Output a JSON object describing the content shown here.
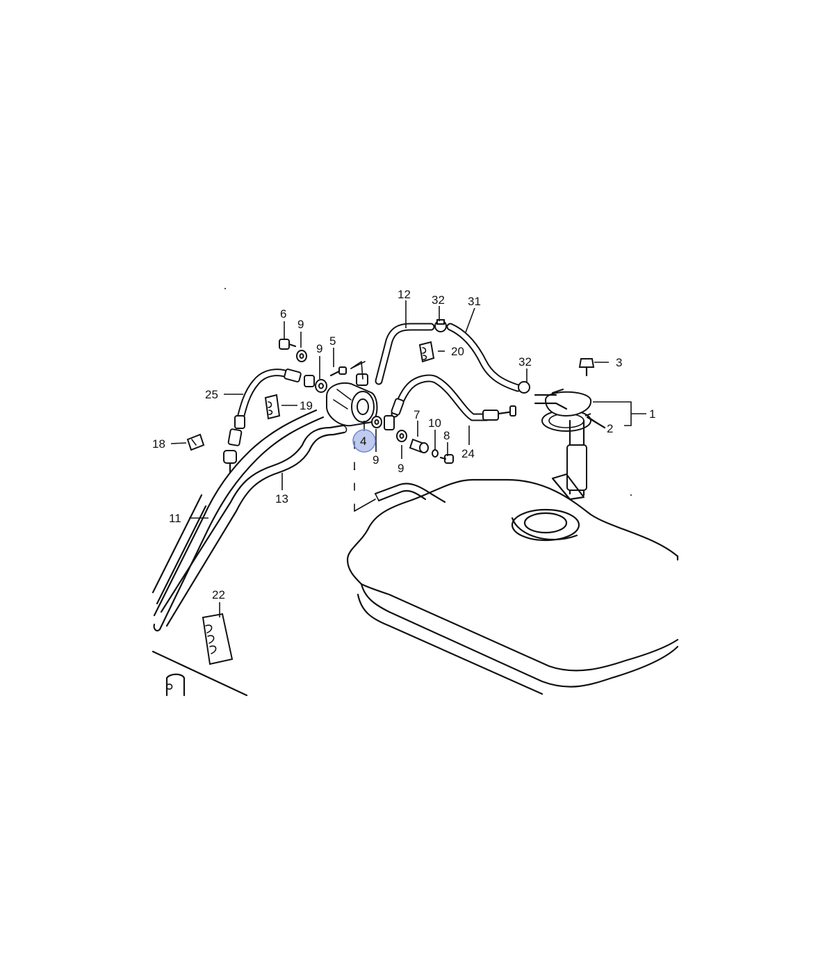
{
  "highlight": {
    "part_number": "4",
    "color": "#8a9ee0"
  },
  "callouts": [
    {
      "id": "c1",
      "text": "1"
    },
    {
      "id": "c2",
      "text": "2"
    },
    {
      "id": "c3",
      "text": "3"
    },
    {
      "id": "c4",
      "text": "4"
    },
    {
      "id": "c5",
      "text": "5"
    },
    {
      "id": "c6",
      "text": "6"
    },
    {
      "id": "c7",
      "text": "7"
    },
    {
      "id": "c8",
      "text": "8"
    },
    {
      "id": "c9a",
      "text": "9"
    },
    {
      "id": "c9b",
      "text": "9"
    },
    {
      "id": "c9c",
      "text": "9"
    },
    {
      "id": "c9d",
      "text": "9"
    },
    {
      "id": "c10",
      "text": "10"
    },
    {
      "id": "c11",
      "text": "11"
    },
    {
      "id": "c12",
      "text": "12"
    },
    {
      "id": "c13",
      "text": "13"
    },
    {
      "id": "c18",
      "text": "18"
    },
    {
      "id": "c19",
      "text": "19"
    },
    {
      "id": "c20",
      "text": "20"
    },
    {
      "id": "c22",
      "text": "22"
    },
    {
      "id": "c24",
      "text": "24"
    },
    {
      "id": "c25",
      "text": "25"
    },
    {
      "id": "c31",
      "text": "31"
    },
    {
      "id": "c32a",
      "text": "32"
    },
    {
      "id": "c32b",
      "text": "32"
    }
  ]
}
